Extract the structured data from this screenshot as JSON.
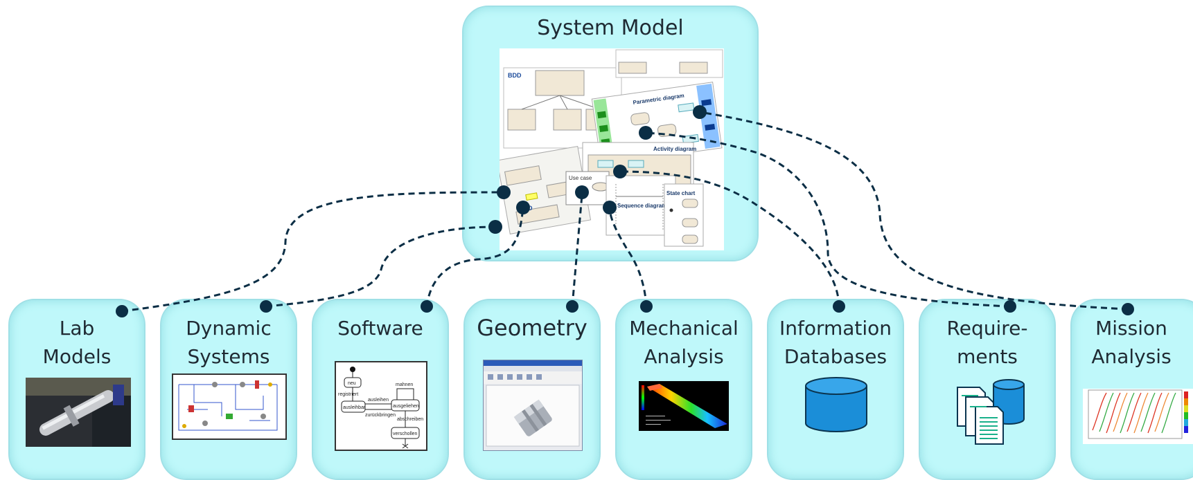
{
  "system_model": {
    "title": "System Model",
    "collage": {
      "bdd_label": "BDD",
      "parametric_label": "Parametric diagram",
      "activity_label": "Activity diagram",
      "ibd_label": "IBD",
      "use_case_label": "Use case",
      "sequence_label": "Sequence diagram",
      "state_label": "State chart"
    }
  },
  "domains": [
    {
      "id": "lab-models",
      "title_lines": [
        "Lab",
        "Models"
      ],
      "thumb": "photo"
    },
    {
      "id": "dynamic-systems",
      "title_lines": [
        "Dynamic",
        "Systems"
      ],
      "thumb": "schematic"
    },
    {
      "id": "software",
      "title_lines": [
        "Software"
      ],
      "thumb": "state-diagram"
    },
    {
      "id": "geometry",
      "title_lines": [
        "Geometry"
      ],
      "thumb": "cad-window"
    },
    {
      "id": "mechanical-analysis",
      "title_lines": [
        "Mechanical",
        "Analysis"
      ],
      "thumb": "fea-plot"
    },
    {
      "id": "information-databases",
      "title_lines": [
        "Information",
        "Databases"
      ],
      "thumb": "database-icon"
    },
    {
      "id": "requirements",
      "title_lines": [
        "Require-",
        "ments"
      ],
      "thumb": "documents-database-icon"
    },
    {
      "id": "mission-analysis",
      "title_lines": [
        "Mission",
        "Analysis"
      ],
      "thumb": "porkchop-plot"
    }
  ],
  "software_diagram": {
    "states": [
      "neu",
      "registriert",
      "ausleihbar",
      "ausgeliehen",
      "verschollen"
    ],
    "transitions": [
      "ausleihen",
      "zurückbringen",
      "mahnen",
      "abschreiben"
    ]
  },
  "colors": {
    "box_fill": "#bff8fa",
    "box_border": "#9fe0e6",
    "connector": "#0b2e45",
    "database": "#1b8ed8"
  }
}
